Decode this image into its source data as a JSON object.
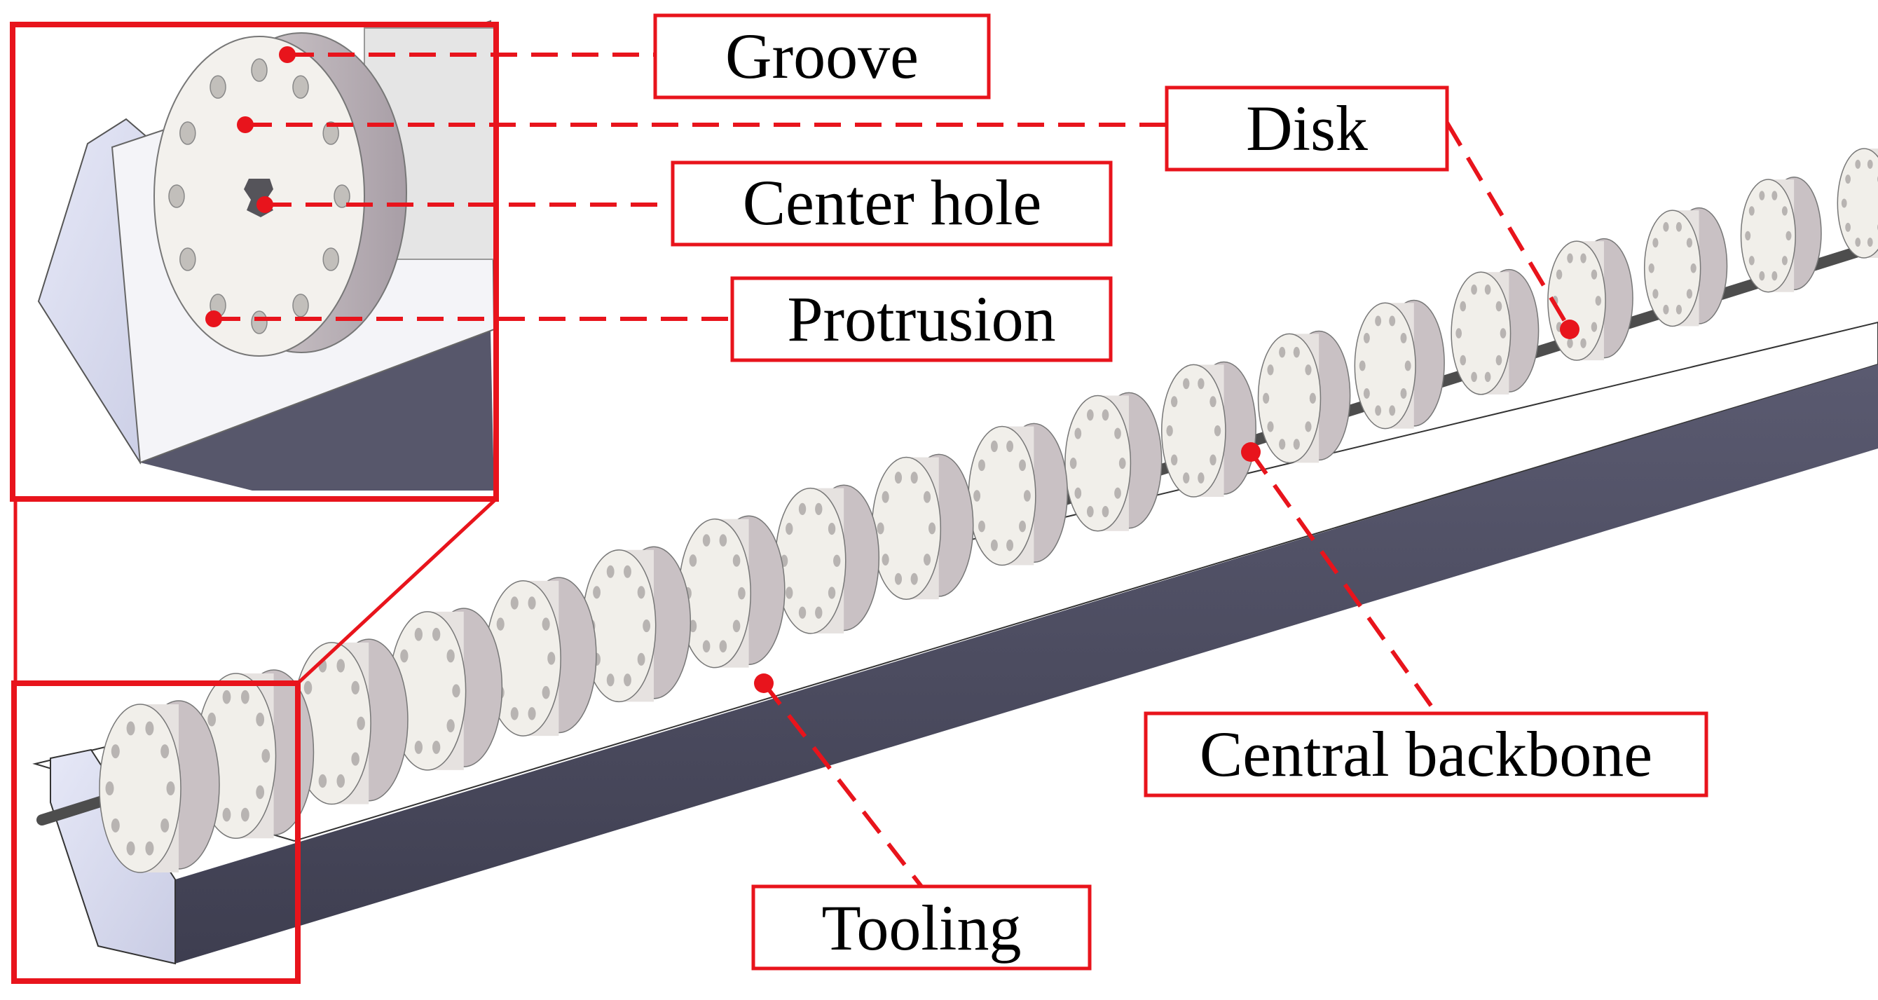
{
  "labels": {
    "groove": "Groove",
    "disk": "Disk",
    "center_hole": "Center hole",
    "protrusion": "Protrusion",
    "central_backbone": "Central backbone",
    "tooling": "Tooling"
  },
  "colors": {
    "annotation": "#e8141c",
    "disk_face": "#f1efea",
    "disk_edge": "#cfc7c9",
    "tooling_top": "#ffffff",
    "tooling_side": "#4a4a5e",
    "tooling_end": "#d9dcf0",
    "rod": "#4d4d4d"
  },
  "icons": {
    "disk": "disk-with-holes",
    "callout": "red-dot-marker"
  }
}
